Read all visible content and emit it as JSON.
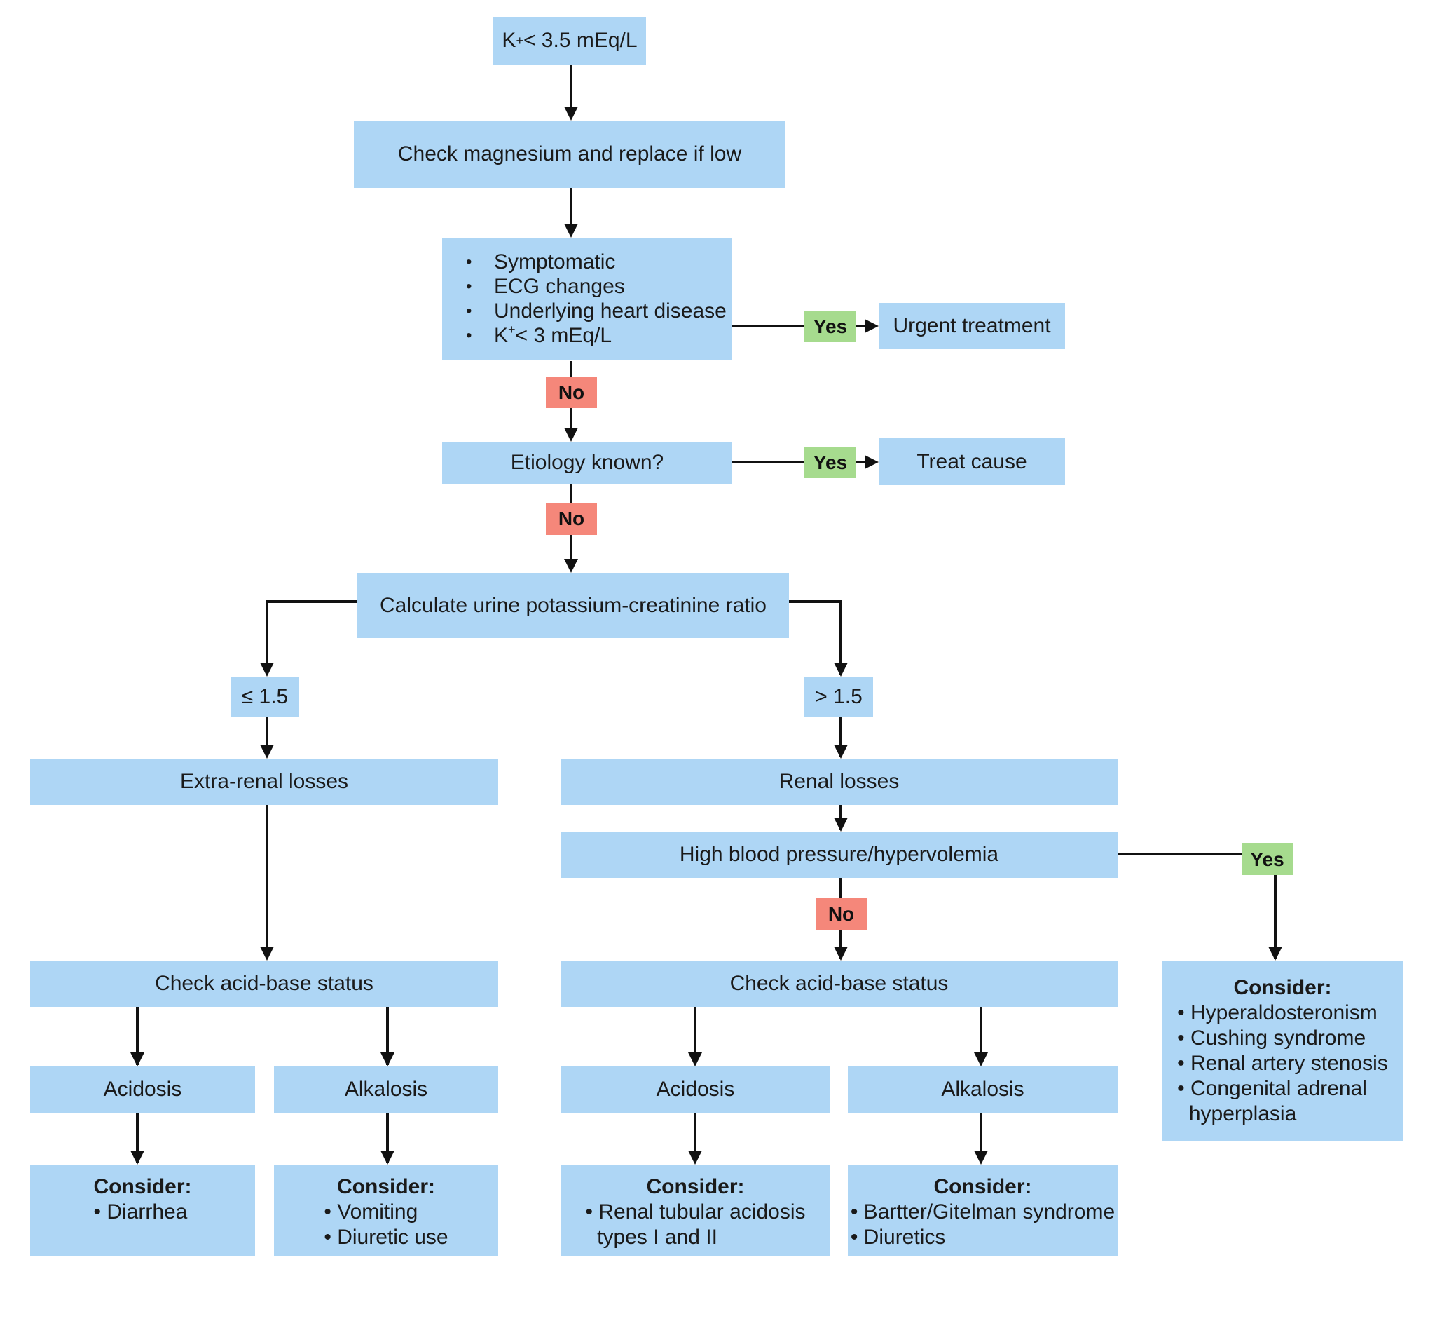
{
  "nodes": {
    "start_base": "K",
    "start_sup": "+",
    "start_rest": "< 3.5 mEq/L",
    "magnesium": "Check magnesium and replace if low",
    "symptoms": [
      "Symptomatic",
      "ECG changes",
      "Underlying heart disease"
    ],
    "symptoms_k_base": "K",
    "symptoms_k_sup": "+",
    "symptoms_k_rest": "< 3 mEq/L",
    "urgent": "Urgent treatment",
    "etiology": "Etiology known?",
    "treat": "Treat cause",
    "urine_ratio": "Calculate urine potassium-creatinine ratio",
    "le": "≤ 1.5",
    "gt": "> 1.5",
    "extra_renal": "Extra-renal losses",
    "renal": "Renal losses",
    "hbp": "High blood pressure/hypervolemia",
    "acid_base_left": "Check acid-base status",
    "acid_base_right": "Check acid-base status",
    "acidosis_left": "Acidosis",
    "alkalosis_left": "Alkalosis",
    "acidosis_right": "Acidosis",
    "alkalosis_right": "Alkalosis"
  },
  "consider": {
    "heading": "Consider:",
    "diarrhea": [
      "• Diarrhea"
    ],
    "vomiting": [
      "• Vomiting",
      "• Diuretic use"
    ],
    "rta": [
      "• Renal tubular acidosis",
      "  types I and II"
    ],
    "bartter": [
      "• Bartter/Gitelman syndrome",
      "• Diuretics"
    ],
    "hyperaldo": [
      "• Hyperaldosteronism",
      "• Cushing syndrome",
      "• Renal artery stenosis",
      "• Congenital adrenal",
      "  hyperplasia"
    ]
  },
  "labels": {
    "yes": "Yes",
    "no": "No"
  },
  "colors": {
    "box": "#aed6f5",
    "yes": "#a6db8e",
    "no": "#f5877a",
    "line": "#111111"
  }
}
